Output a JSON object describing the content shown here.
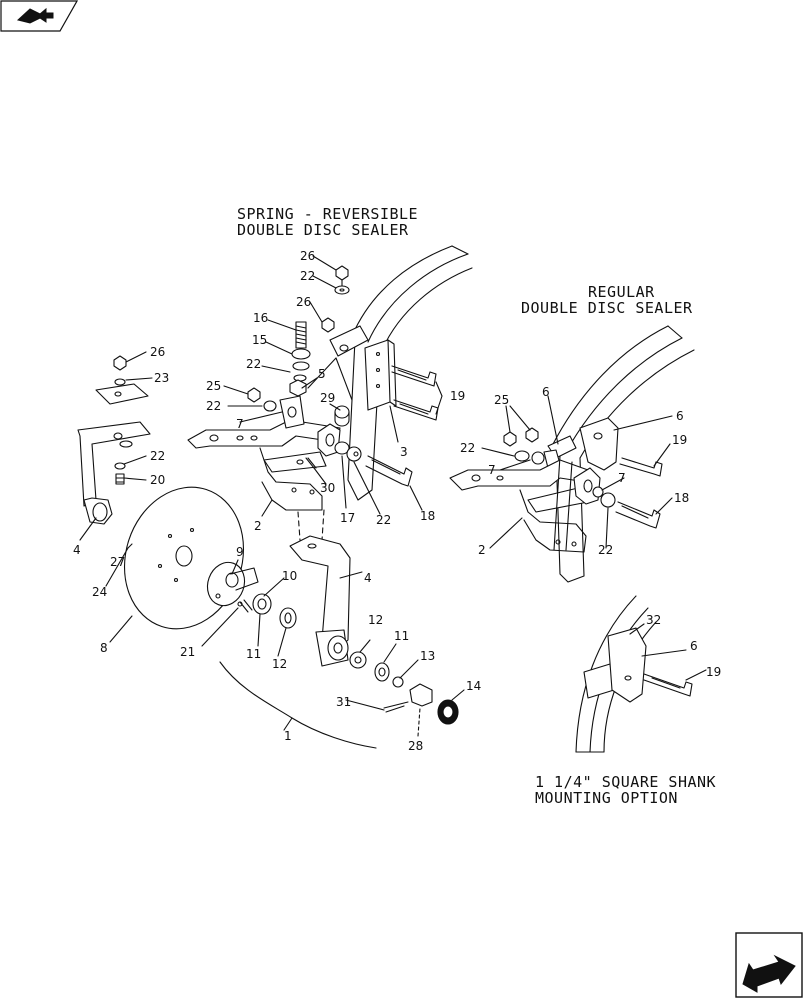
{
  "headings": {
    "spring_line1": "SPRING - REVERSIBLE",
    "spring_line2": "DOUBLE DISC SEALER",
    "regular_line1": "REGULAR",
    "regular_line2": "DOUBLE DISC SEALER",
    "shank_line1": "1 1/4\" SQUARE SHANK",
    "shank_line2": "MOUNTING OPTION"
  },
  "callouts": {
    "spring": {
      "c26a": "26",
      "c22a": "22",
      "c26b": "26",
      "c16": "16",
      "c15": "15",
      "c22b": "22",
      "c5": "5",
      "c25": "25",
      "c22c": "22",
      "c7": "7",
      "c29": "29",
      "c19": "19",
      "c3": "3",
      "c30": "30",
      "c17": "17",
      "c22d": "22",
      "c18": "18",
      "c2": "2"
    },
    "hub": {
      "c26": "26",
      "c23": "23",
      "c22": "22",
      "c20": "20",
      "c4a": "4",
      "c27": "27",
      "c24": "24",
      "c8": "8",
      "c9": "9",
      "c10": "10",
      "c11a": "11",
      "c12a": "12",
      "c21": "21",
      "c4b": "4",
      "c12b": "12",
      "c11b": "11",
      "c13": "13",
      "c14": "14",
      "c31": "31",
      "c28": "28",
      "c1": "1"
    },
    "regular": {
      "c25": "25",
      "c6a": "6",
      "c6b": "6",
      "c19": "19",
      "c22a": "22",
      "c7a": "7",
      "c7b": "7",
      "c18": "18",
      "c2": "2",
      "c22b": "22"
    },
    "shank": {
      "c32": "32",
      "c6": "6",
      "c19": "19"
    }
  },
  "icons": {
    "top_nav": "book-arrow-icon",
    "bottom_nav": "next-page-arrow-icon"
  },
  "colors": {
    "ink": "#111111",
    "paper": "#ffffff"
  }
}
